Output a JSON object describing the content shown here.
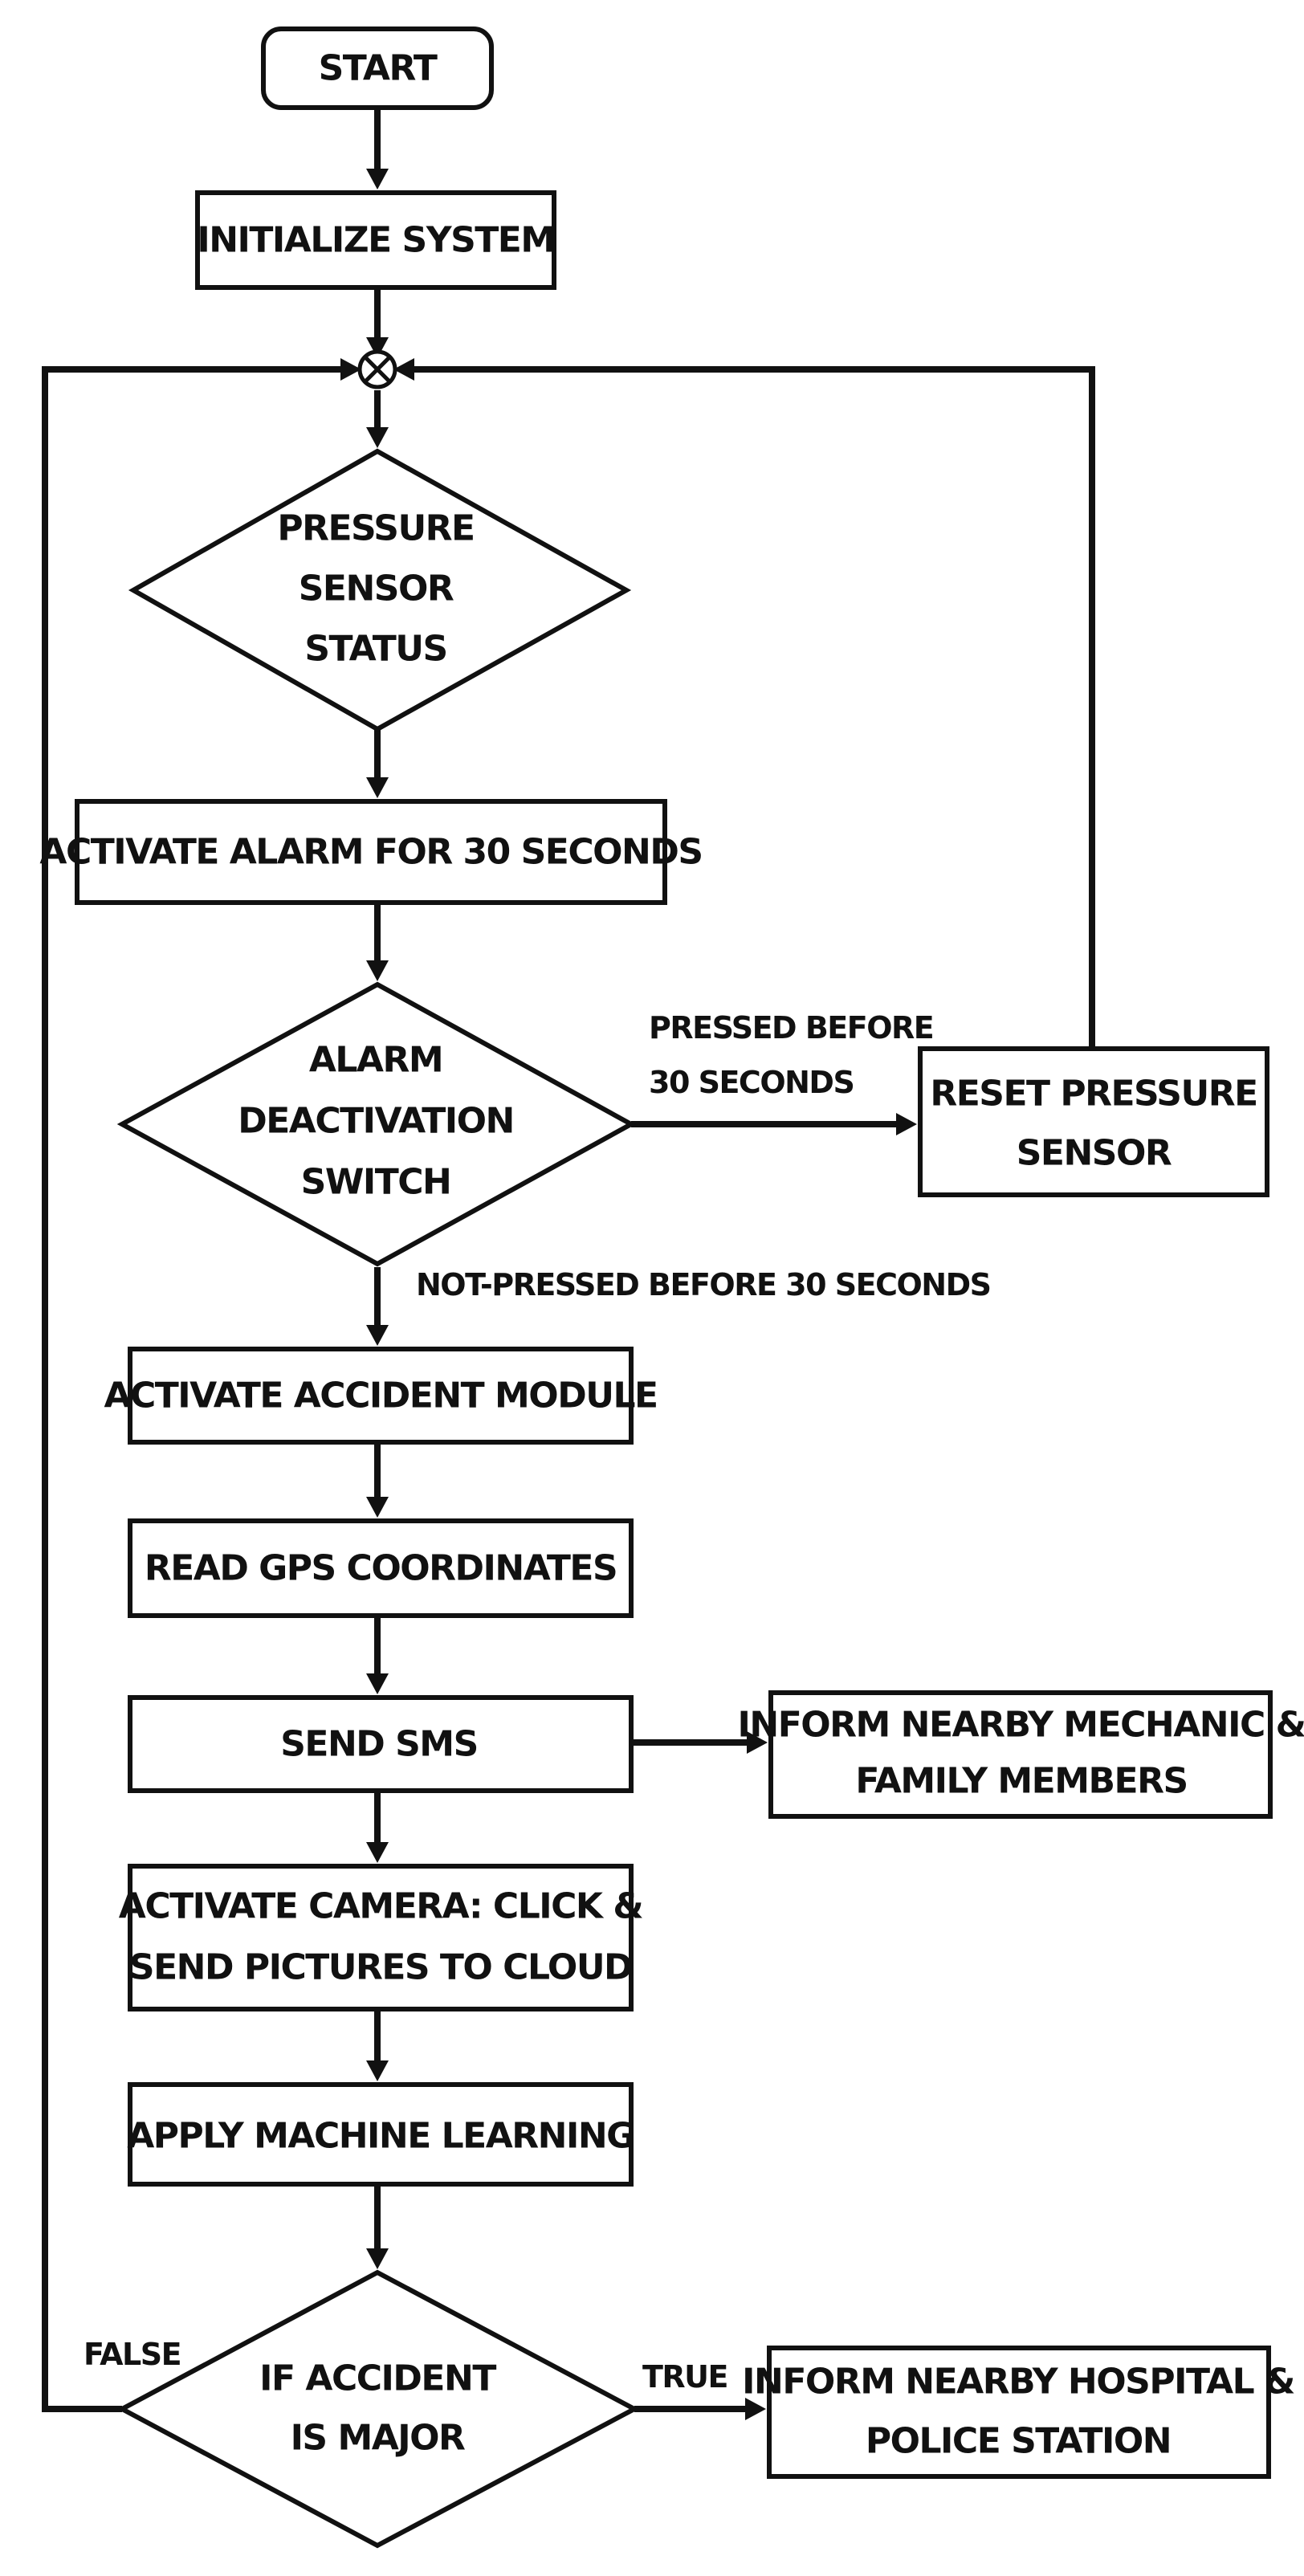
{
  "nodes": {
    "start": "START",
    "initialize": "INITIALIZE SYSTEM",
    "pressure_sensor": [
      "PRESSURE",
      "SENSOR",
      "STATUS"
    ],
    "activate_alarm": "ACTIVATE ALARM FOR 30 SECONDS",
    "deactivation_switch": [
      "ALARM",
      "DEACTIVATION",
      "SWITCH"
    ],
    "reset_sensor": [
      "RESET PRESSURE",
      "SENSOR"
    ],
    "accident_module": "ACTIVATE ACCIDENT MODULE",
    "read_gps": "READ GPS COORDINATES",
    "send_sms": "SEND SMS",
    "inform_mechanic": [
      "INFORM NEARBY MECHANIC &",
      "FAMILY MEMBERS"
    ],
    "activate_camera": [
      "ACTIVATE CAMERA: CLICK &",
      "SEND PICTURES TO CLOUD"
    ],
    "apply_ml": "APPLY MACHINE LEARNING",
    "if_major": [
      "IF ACCIDENT",
      "IS MAJOR"
    ],
    "inform_hospital": [
      "INFORM NEARBY HOSPITAL &",
      "POLICE STATION"
    ]
  },
  "edges": {
    "pressed_before": [
      "PRESSED BEFORE",
      "30 SECONDS"
    ],
    "not_pressed": "NOT-PRESSED BEFORE 30 SECONDS",
    "true_label": "TRUE",
    "false_label": "FALSE"
  }
}
